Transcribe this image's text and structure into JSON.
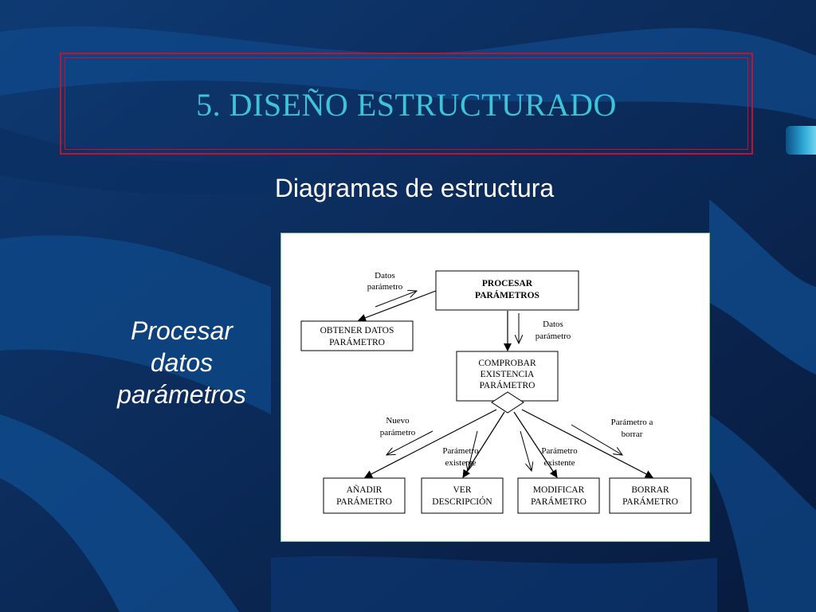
{
  "slide": {
    "title": "5. DISEÑO ESTRUCTURADO",
    "subtitle": "Diagramas de estructura",
    "side_text": [
      "Procesar",
      "datos",
      "parámetros"
    ]
  },
  "diagram": {
    "boxes": {
      "procesar": [
        "PROCESAR",
        "PARÁMETROS"
      ],
      "obtener": [
        "OBTENER DATOS",
        "PARÁMETRO"
      ],
      "comprobar": [
        "COMPROBAR",
        "EXISTENCIA",
        "PARÁMETRO"
      ],
      "anadir": [
        "AÑADIR",
        "PARÁMETRO"
      ],
      "ver": [
        "VER",
        "DESCRIPCIÓN"
      ],
      "modificar": [
        "MODIFICAR",
        "PARÁMETRO"
      ],
      "borrar": [
        "BORRAR",
        "PARÁMETRO"
      ]
    },
    "labels": {
      "datos_parametro_1": [
        "Datos",
        "parámetro"
      ],
      "datos_parametro_2": [
        "Datos",
        "parámetro"
      ],
      "nuevo_parametro": [
        "Nuevo",
        "parámetro"
      ],
      "parametro_existente_1": [
        "Parámetro",
        "existente"
      ],
      "parametro_existente_2": [
        "Parámetro",
        "existente"
      ],
      "parametro_a_borrar": [
        "Parámetro a",
        "borrar"
      ]
    }
  },
  "colors": {
    "background": "#0a1f44",
    "title": "#3ec3d8",
    "frame": "#c8102e",
    "text": "#ffffff"
  }
}
